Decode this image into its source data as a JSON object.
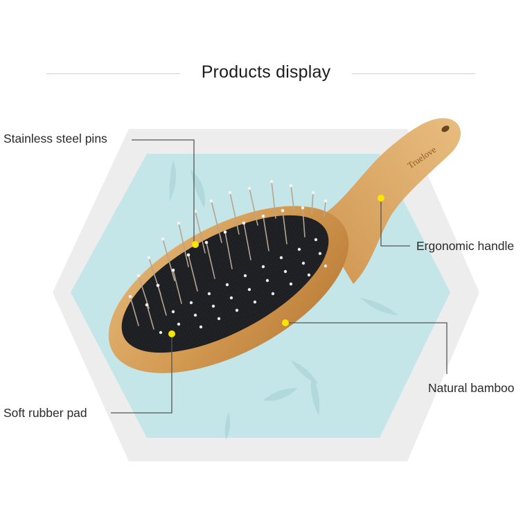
{
  "header": {
    "title": "Products display"
  },
  "product": {
    "brand_engraving": "Truelove",
    "image_description": "Oval bamboo pet brush with stainless steel pins on a black rubber pad"
  },
  "callouts": [
    {
      "id": "pins",
      "label": "Stainless steel pins"
    },
    {
      "id": "handle",
      "label": "Ergonomic handle"
    },
    {
      "id": "bamboo",
      "label": "Natural bamboo"
    },
    {
      "id": "pad",
      "label": "Soft rubber pad"
    }
  ],
  "colors": {
    "hex_outer": "#ededee",
    "hex_inner": "#c5e6e8",
    "bamboo": "#d39a52",
    "pad": "#1d1f22",
    "marker": "#f7e600",
    "callout_line": "#555555"
  }
}
